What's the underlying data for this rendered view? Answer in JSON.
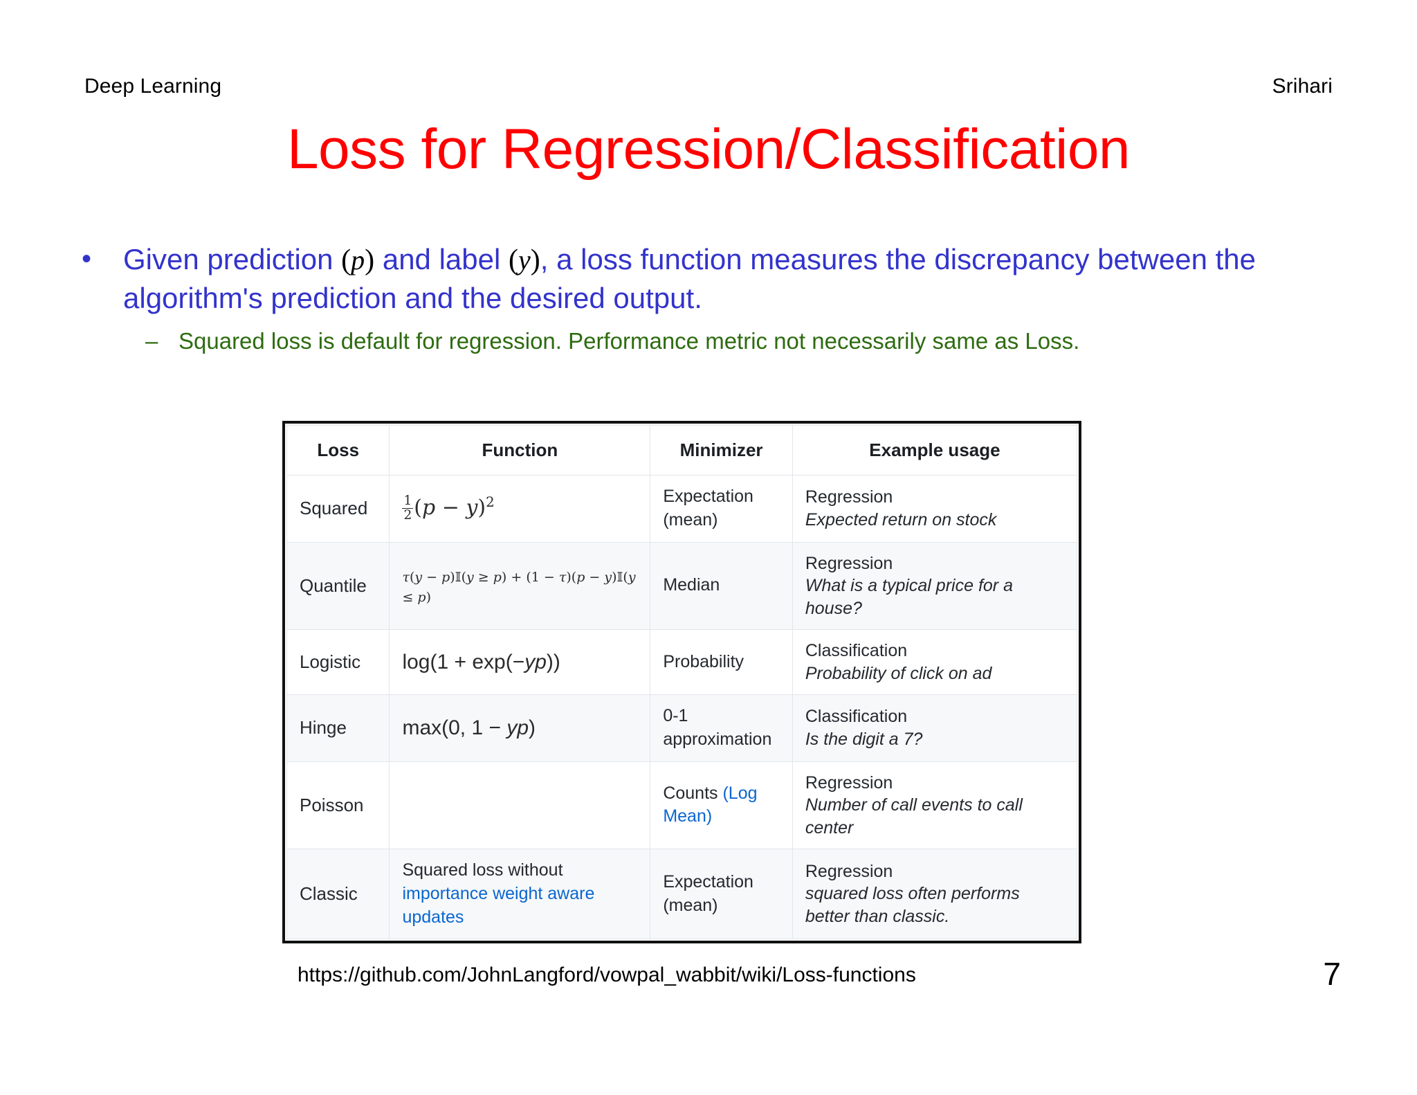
{
  "header": {
    "course": "Deep Learning",
    "author": "Srihari"
  },
  "title": "Loss for Regression/Classification",
  "bullets": {
    "marker": "•",
    "main_part1": "Given prediction ",
    "main_var1": "p",
    "main_part2": " and label ",
    "main_var2": "y",
    "main_part3": ", a loss function measures the discrepancy between the algorithm's prediction and the desired output.",
    "sub_marker": "–",
    "sub_text": "Squared loss is default for regression. Performance metric not necessarily same as Loss."
  },
  "table": {
    "headers": [
      "Loss",
      "Function",
      "Minimizer",
      "Example usage"
    ],
    "rows": [
      {
        "loss": "Squared",
        "function_text": "½(p − y)²",
        "minimizer": "Expectation\n(mean)",
        "minimizer_line1": "Expectation",
        "minimizer_line2": "(mean)",
        "usage_type": "Regression",
        "usage_example": "Expected return on stock",
        "shaded": false
      },
      {
        "loss": "Quantile",
        "function_text": "τ(y − p)𝕀(y ≥ p) + (1 − τ)(p − y)𝕀(y ≤ p)",
        "minimizer_line1": "Median",
        "minimizer_line2": "",
        "usage_type": "Regression",
        "usage_example": "What is a typical price for a house?",
        "shaded": true
      },
      {
        "loss": "Logistic",
        "function_text": "log(1 + exp(−yp))",
        "minimizer_line1": "Probability",
        "minimizer_line2": "",
        "usage_type": "Classification",
        "usage_example": "Probability of click on ad",
        "shaded": false
      },
      {
        "loss": "Hinge",
        "function_text": "max(0, 1 − yp)",
        "minimizer_line1": "0-1",
        "minimizer_line2": "approximation",
        "usage_type": "Classification",
        "usage_example": "Is the digit a 7?",
        "shaded": true
      },
      {
        "loss": "Poisson",
        "function_text": "",
        "minimizer_line1": "Counts ",
        "minimizer_link": "(Log Mean)",
        "usage_type": "Regression",
        "usage_example": "Number of call events to call center",
        "shaded": false
      },
      {
        "loss": "Classic",
        "function_prefix": "Squared loss without ",
        "function_link": "importance weight aware updates",
        "minimizer_line1": "Expectation",
        "minimizer_line2": "(mean)",
        "usage_type": "Regression",
        "usage_example": "squared loss often performs better than classic.",
        "shaded": true
      }
    ]
  },
  "footer": {
    "url": "https://github.com/JohnLangford/vowpal_wabbit/wiki/Loss-functions",
    "page_number": "7"
  },
  "colors": {
    "title": "#ff0000",
    "bullet": "#3333cc",
    "subbullet": "#2d6b10",
    "link": "#0a66d0",
    "row_shade": "#f6f8fa"
  }
}
